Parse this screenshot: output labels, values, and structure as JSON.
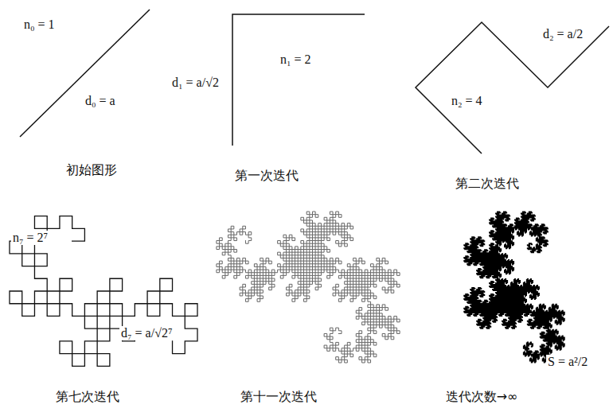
{
  "diagram": {
    "labels": [
      "n₀ = 1",
      "d₀ = a",
      "初始图形",
      "d₁ = a/√2",
      "n₁ = 2",
      "第一次迭代",
      "d₂ = a/2",
      "n₂ = 4",
      "第二次迭代",
      "n₇ = 2⁷",
      "d₇ = a/√2⁷",
      "第七次迭代",
      "第十一次迭代",
      "迭代次数→∞",
      "S = a²/2"
    ]
  }
}
